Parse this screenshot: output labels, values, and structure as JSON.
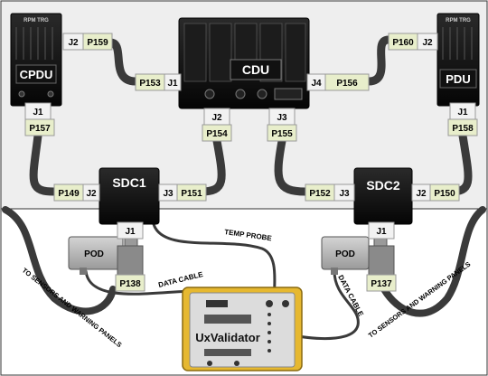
{
  "units": {
    "cpdu": {
      "title": "CPDU",
      "header": "RPM TRG"
    },
    "pdu": {
      "title": "PDU",
      "header": "RPM TRG"
    },
    "cdu": {
      "title": "CDU"
    },
    "sdc1": {
      "title": "SDC1"
    },
    "sdc2": {
      "title": "SDC2"
    },
    "pod_left": {
      "title": "POD"
    },
    "pod_right": {
      "title": "POD"
    },
    "uxvalidator": {
      "title": "UxValidator"
    }
  },
  "connectors": {
    "cpdu_j2": "J2",
    "p159": "P159",
    "cdu_j1": "J1",
    "p153": "P153",
    "cdu_j4": "J4",
    "p156": "P156",
    "pdu_j2": "J2",
    "p160": "P160",
    "cpdu_j1": "J1",
    "p157": "P157",
    "cdu_j2": "J2",
    "p154": "P154",
    "cdu_j3": "J3",
    "p155": "P155",
    "pdu_j1": "J1",
    "p158": "P158",
    "sdc1_j2": "J2",
    "p149": "P149",
    "sdc1_j3": "J3",
    "p151": "P151",
    "sdc2_j3": "J3",
    "p152": "P152",
    "sdc2_j2": "J2",
    "p150": "P150",
    "sdc1_j1": "J1",
    "p138": "P138",
    "sdc2_j1": "J1",
    "p137": "P137"
  },
  "cable_labels": {
    "temp_probe": "TEMP PROBE",
    "data_cable_left": "DATA CABLE",
    "data_cable_right": "DATA CABLE",
    "sensors_left": "TO SENSORS AND WARNING PANELS",
    "sensors_right": "TO SENSORS AND WARNING PANELS"
  },
  "colors": {
    "panel_bg": "#f0f0f0",
    "connector_fill": "#e8eecb",
    "cable": "#3a3a3a",
    "device": "#111111",
    "validator_frame": "#e6b830",
    "pod": "#b4b4b4"
  }
}
